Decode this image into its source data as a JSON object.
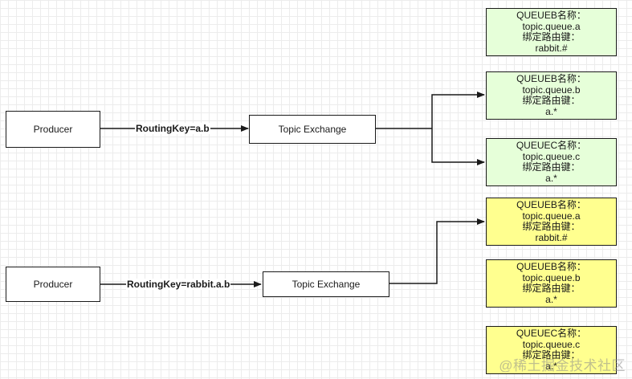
{
  "top": {
    "producer": "Producer",
    "routing_key": "RoutingKey=a.b",
    "exchange": "Topic Exchange",
    "queues": [
      {
        "name": "QUEUEB名称：",
        "queue": "topic.queue.a",
        "key_label": "绑定路由键：",
        "key": "rabbit.#"
      },
      {
        "name": "QUEUEB名称：",
        "queue": "topic.queue.b",
        "key_label": "绑定路由键：",
        "key": "a.*"
      },
      {
        "name": "QUEUEC名称：",
        "queue": "topic.queue.c",
        "key_label": "绑定路由键：",
        "key": "a.*"
      }
    ]
  },
  "bottom": {
    "producer": "Producer",
    "routing_key": "RoutingKey=rabbit.a.b",
    "exchange": "Topic Exchange",
    "queues": [
      {
        "name": "QUEUEB名称：",
        "queue": "topic.queue.a",
        "key_label": "绑定路由键：",
        "key": "rabbit.#"
      },
      {
        "name": "QUEUEB名称：",
        "queue": "topic.queue.b",
        "key_label": "绑定路由键：",
        "key": "a.*"
      },
      {
        "name": "QUEUEC名称：",
        "queue": "topic.queue.c",
        "key_label": "绑定路由键：",
        "key": "a.*"
      }
    ]
  },
  "colors": {
    "matched_green": "#e6ffd9",
    "matched_yellow": "#ffff8f"
  },
  "watermark": "@稀土掘金技术社区"
}
